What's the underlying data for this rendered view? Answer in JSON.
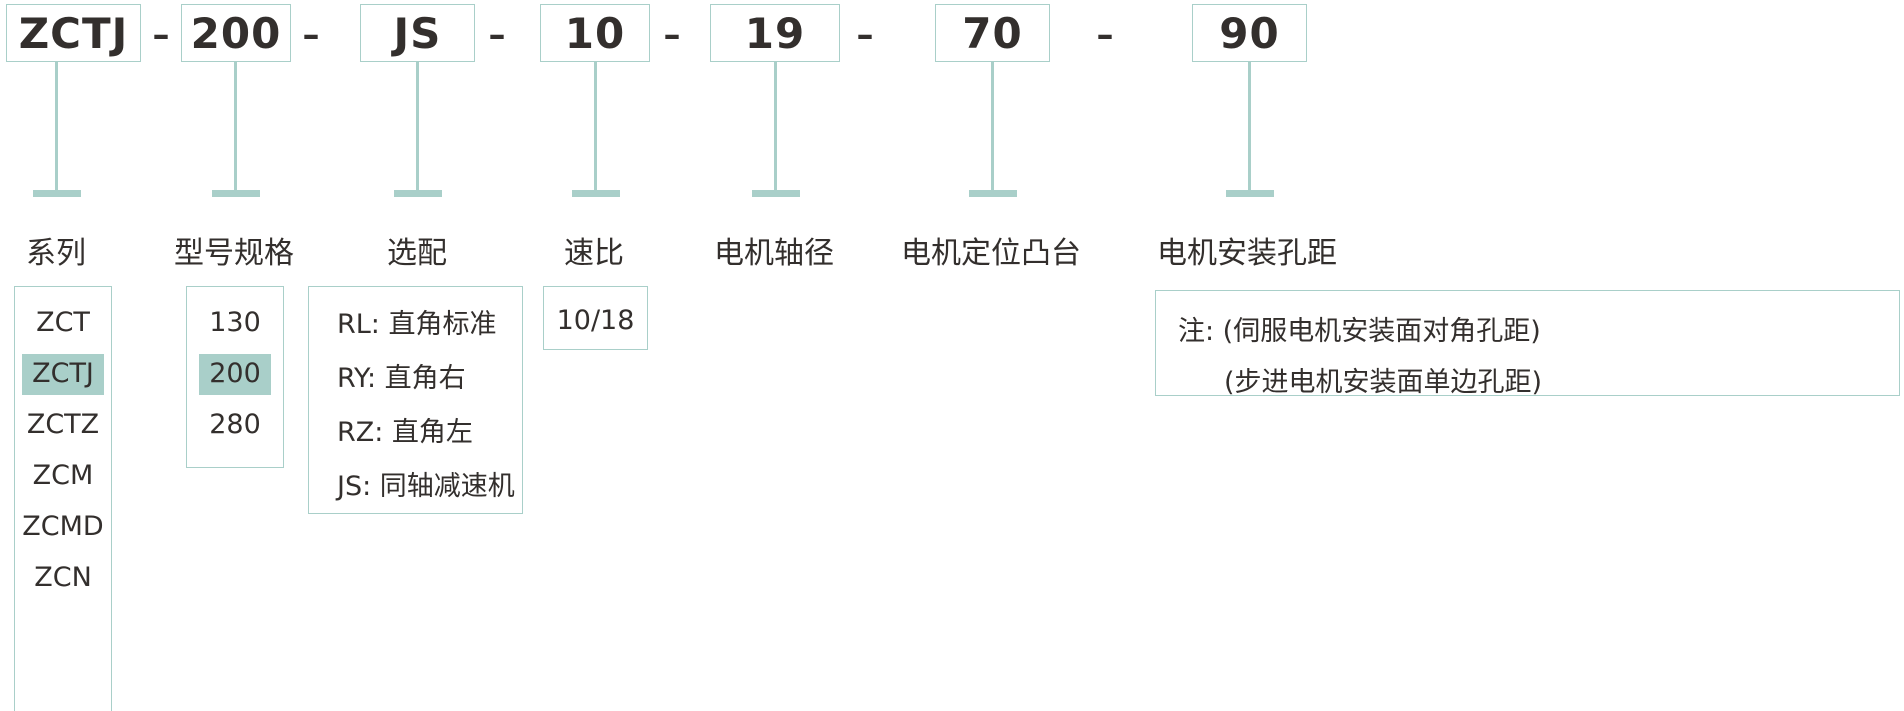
{
  "diagram": {
    "title": "ZCTJ-200-JS-10-19-70-90",
    "separator": "–",
    "accent_color": "#a9cfc9",
    "text_color": "#332f2d",
    "highlight_color": "#a9cfc9"
  },
  "code_segments": [
    {
      "value": "ZCTJ",
      "label": "系列"
    },
    {
      "value": "200",
      "label": "型号规格"
    },
    {
      "value": "JS",
      "label": "选配"
    },
    {
      "value": "10",
      "label": "速比"
    },
    {
      "value": "19",
      "label": "电机轴径"
    },
    {
      "value": "70",
      "label": "电机定位凸台"
    },
    {
      "value": "90",
      "label": "电机安装孔距"
    }
  ],
  "panels": {
    "series": {
      "options": [
        {
          "text": "ZCT",
          "selected": false
        },
        {
          "text": "ZCTJ",
          "selected": true
        },
        {
          "text": "ZCTZ",
          "selected": false
        },
        {
          "text": "ZCM",
          "selected": false
        },
        {
          "text": "ZCMD",
          "selected": false
        },
        {
          "text": "ZCN",
          "selected": false
        }
      ]
    },
    "model_spec": {
      "options": [
        {
          "text": "130",
          "selected": false
        },
        {
          "text": "200",
          "selected": true
        },
        {
          "text": "280",
          "selected": false
        }
      ]
    },
    "optional": {
      "options": [
        {
          "text": "RL: 直角标准",
          "selected": false
        },
        {
          "text": "RY: 直角右",
          "selected": false
        },
        {
          "text": "RZ: 直角左",
          "selected": false
        },
        {
          "text": "JS: 同轴减速机",
          "selected": false
        }
      ]
    },
    "ratio": {
      "options": [
        {
          "text": "10/18",
          "selected": false
        }
      ]
    },
    "note": {
      "lines": [
        "注: (伺服电机安装面对角孔距)",
        "(步进电机安装面单边孔距)"
      ]
    }
  }
}
